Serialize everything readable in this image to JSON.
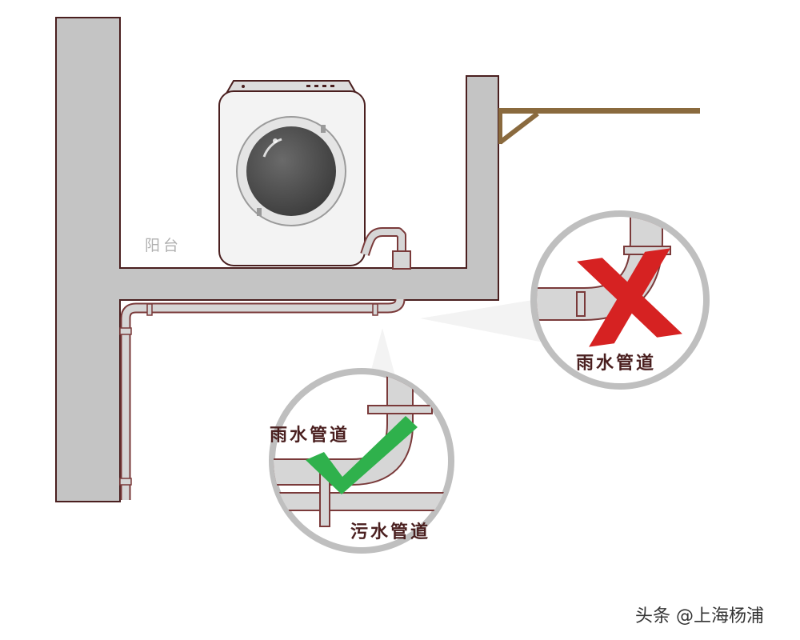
{
  "labels": {
    "balcony": "阳台",
    "rain_pipe_wrong": "雨水管道",
    "rain_pipe_correct": "雨水管道",
    "sewage_pipe": "污水管道"
  },
  "watermark": "头条 @上海杨浦",
  "colors": {
    "wall_fill": "#c4c4c4",
    "wall_outline": "#4a1f1f",
    "pipe": "#d6d6d6",
    "pipe_outline": "#7a3a3a",
    "cross": "#d62222",
    "check": "#2fb14c",
    "shelf": "#8a6a3e",
    "magnifier": "#bfbfbf"
  },
  "icons": {
    "wrong": "red-cross-icon",
    "correct": "green-check-icon"
  }
}
